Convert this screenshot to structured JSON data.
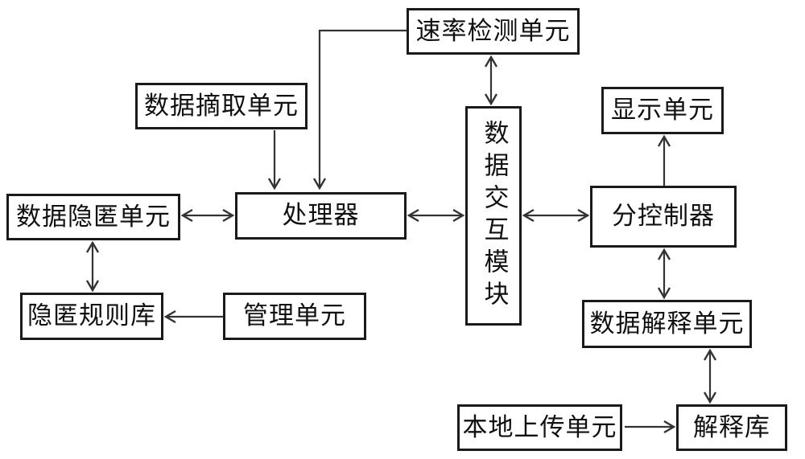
{
  "diagram": {
    "nodes": {
      "rate_detection_unit": {
        "label": "速率检测单元"
      },
      "data_extraction_unit": {
        "label": "数据摘取单元"
      },
      "data_hiding_unit": {
        "label": "数据隐匿单元"
      },
      "processor": {
        "label": "处理器"
      },
      "data_interaction_module": {
        "label": "数据交互模块"
      },
      "display_unit": {
        "label": "显示单元"
      },
      "sub_controller": {
        "label": "分控制器"
      },
      "hiding_rule_library": {
        "label": "隐匿规则库"
      },
      "management_unit": {
        "label": "管理单元"
      },
      "data_interpretation_unit": {
        "label": "数据解释单元"
      },
      "local_upload_unit": {
        "label": "本地上传单元"
      },
      "interpretation_library": {
        "label": "解释库"
      }
    },
    "connections": [
      {
        "from": "速率检测单元",
        "to": "处理器",
        "type": "one-way"
      },
      {
        "from": "数据摘取单元",
        "to": "处理器",
        "type": "one-way"
      },
      {
        "from": "速率检测单元",
        "to": "数据交互模块",
        "type": "two-way"
      },
      {
        "from": "数据隐匿单元",
        "to": "处理器",
        "type": "two-way"
      },
      {
        "from": "处理器",
        "to": "数据交互模块",
        "type": "two-way"
      },
      {
        "from": "数据交互模块",
        "to": "分控制器",
        "type": "two-way"
      },
      {
        "from": "分控制器",
        "to": "显示单元",
        "type": "one-way"
      },
      {
        "from": "分控制器",
        "to": "数据解释单元",
        "type": "two-way"
      },
      {
        "from": "数据隐匿单元",
        "to": "隐匿规则库",
        "type": "two-way"
      },
      {
        "from": "管理单元",
        "to": "隐匿规则库",
        "type": "one-way"
      },
      {
        "from": "数据解释单元",
        "to": "解释库",
        "type": "two-way"
      },
      {
        "from": "本地上传单元",
        "to": "解释库",
        "type": "one-way"
      }
    ],
    "colors": {
      "background": "#ffffff",
      "box_border": "#1a1a1a",
      "line": "#333333",
      "text": "#111111"
    }
  }
}
